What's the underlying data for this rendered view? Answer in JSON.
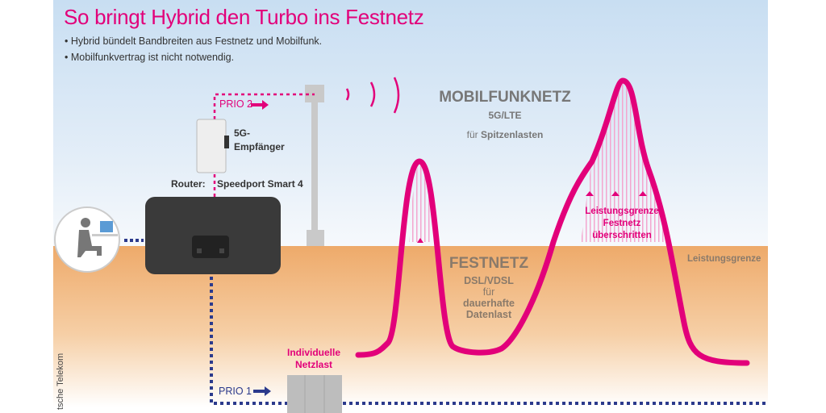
{
  "title": "So bringt Hybrid den Turbo ins Festnetz",
  "bullets": [
    "Hybrid bündelt Bandbreiten aus Festnetz und Mobilfunk.",
    "Mobilfunkvertrag ist nicht notwendig."
  ],
  "prio2": "PRIO 2",
  "prio1": "PRIO 1",
  "receiver": {
    "line1": "5G-",
    "line2": "Empfänger"
  },
  "router": {
    "label": "Router:",
    "name": "Speedport Smart 4"
  },
  "mobile": {
    "title": "MOBILFUNKNETZ",
    "sub": "5G/LTE",
    "desc_pre": "für",
    "desc_bold": "Spitzenlasten"
  },
  "fixed": {
    "title": "FESTNETZ",
    "sub": "DSL/VDSL",
    "l1": "für",
    "l2": "dauerhafte",
    "l3": "Datenlast"
  },
  "exceeded": {
    "l1": "Leistungsgrenze",
    "l2": "Festnetz",
    "l3": "überschritten"
  },
  "limit": "Leistungsgrenze",
  "netload": {
    "l1": "Individuelle",
    "l2": "Netzlast"
  },
  "credit": "tsche Telekom",
  "colors": {
    "magenta": "#e2007a",
    "blue": "#2b3a8c"
  }
}
